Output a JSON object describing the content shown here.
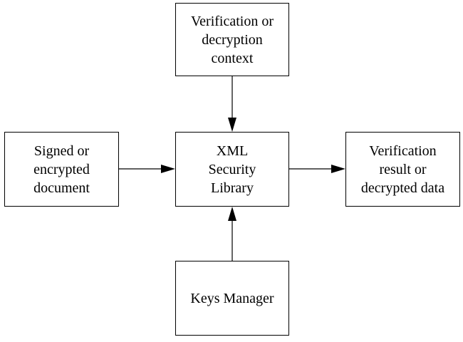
{
  "diagram": {
    "nodes": {
      "context": {
        "label": "Verification or\ndecryption\ncontext"
      },
      "input": {
        "label": "Signed or\nencrypted\ndocument"
      },
      "library": {
        "label": "XML\nSecurity\nLibrary"
      },
      "output": {
        "label": "Verification\nresult or\ndecrypted data"
      },
      "keys": {
        "label": "Keys Manager"
      }
    },
    "edges": [
      {
        "from": "context",
        "to": "library"
      },
      {
        "from": "input",
        "to": "library"
      },
      {
        "from": "library",
        "to": "output"
      },
      {
        "from": "keys",
        "to": "library"
      }
    ],
    "colors": {
      "stroke": "#000000",
      "background": "#ffffff"
    }
  }
}
